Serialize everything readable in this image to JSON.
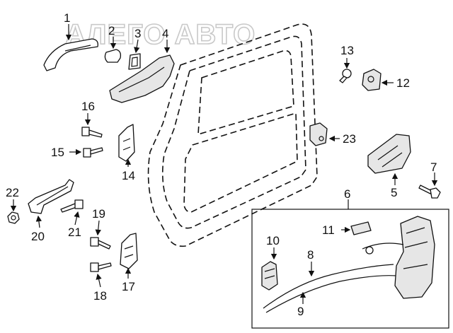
{
  "watermark": "АЛЕГО АВТО",
  "callouts": {
    "c1": "1",
    "c2": "2",
    "c3": "3",
    "c4": "4",
    "c5": "5",
    "c6": "6",
    "c7": "7",
    "c8": "8",
    "c9": "9",
    "c10": "10",
    "c11": "11",
    "c12": "12",
    "c13": "13",
    "c14": "14",
    "c15": "15",
    "c16": "16",
    "c17": "17",
    "c18": "18",
    "c19": "19",
    "c20": "20",
    "c21": "21",
    "c22": "22",
    "c23": "23"
  },
  "colors": {
    "line": "#111111",
    "fill": "#ffffff",
    "shade": "#e6e6e6",
    "watermark": "#c9c9c9"
  }
}
